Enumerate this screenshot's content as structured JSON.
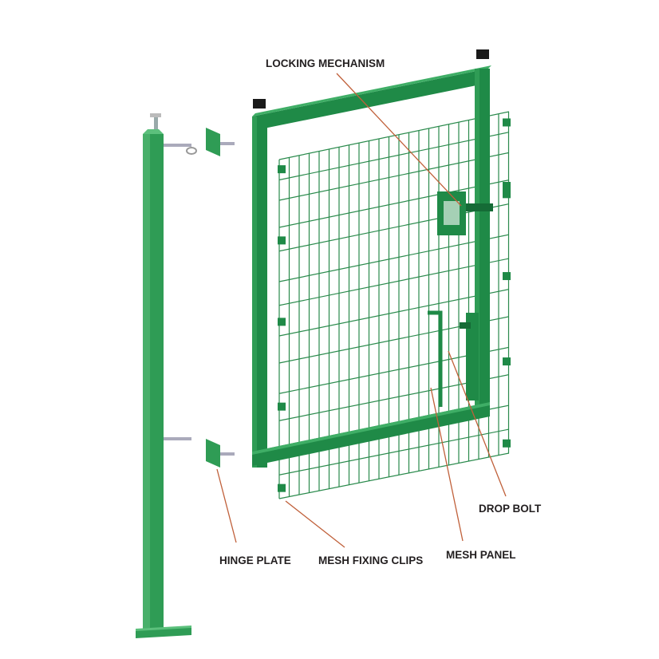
{
  "labels": {
    "locking_mechanism": "LOCKING MECHANISM",
    "hinge_plate": "HINGE PLATE",
    "mesh_fixing_clips": "MESH FIXING CLIPS",
    "mesh_panel": "MESH PANEL",
    "drop_bolt": "DROP BOLT"
  },
  "colors": {
    "frame": "#1f8a47",
    "frame_dark": "#156b36",
    "mesh": "#2a8a4c",
    "post": "#2f9c55",
    "leader": "#c0603a",
    "cap": "#1a1a1a"
  }
}
